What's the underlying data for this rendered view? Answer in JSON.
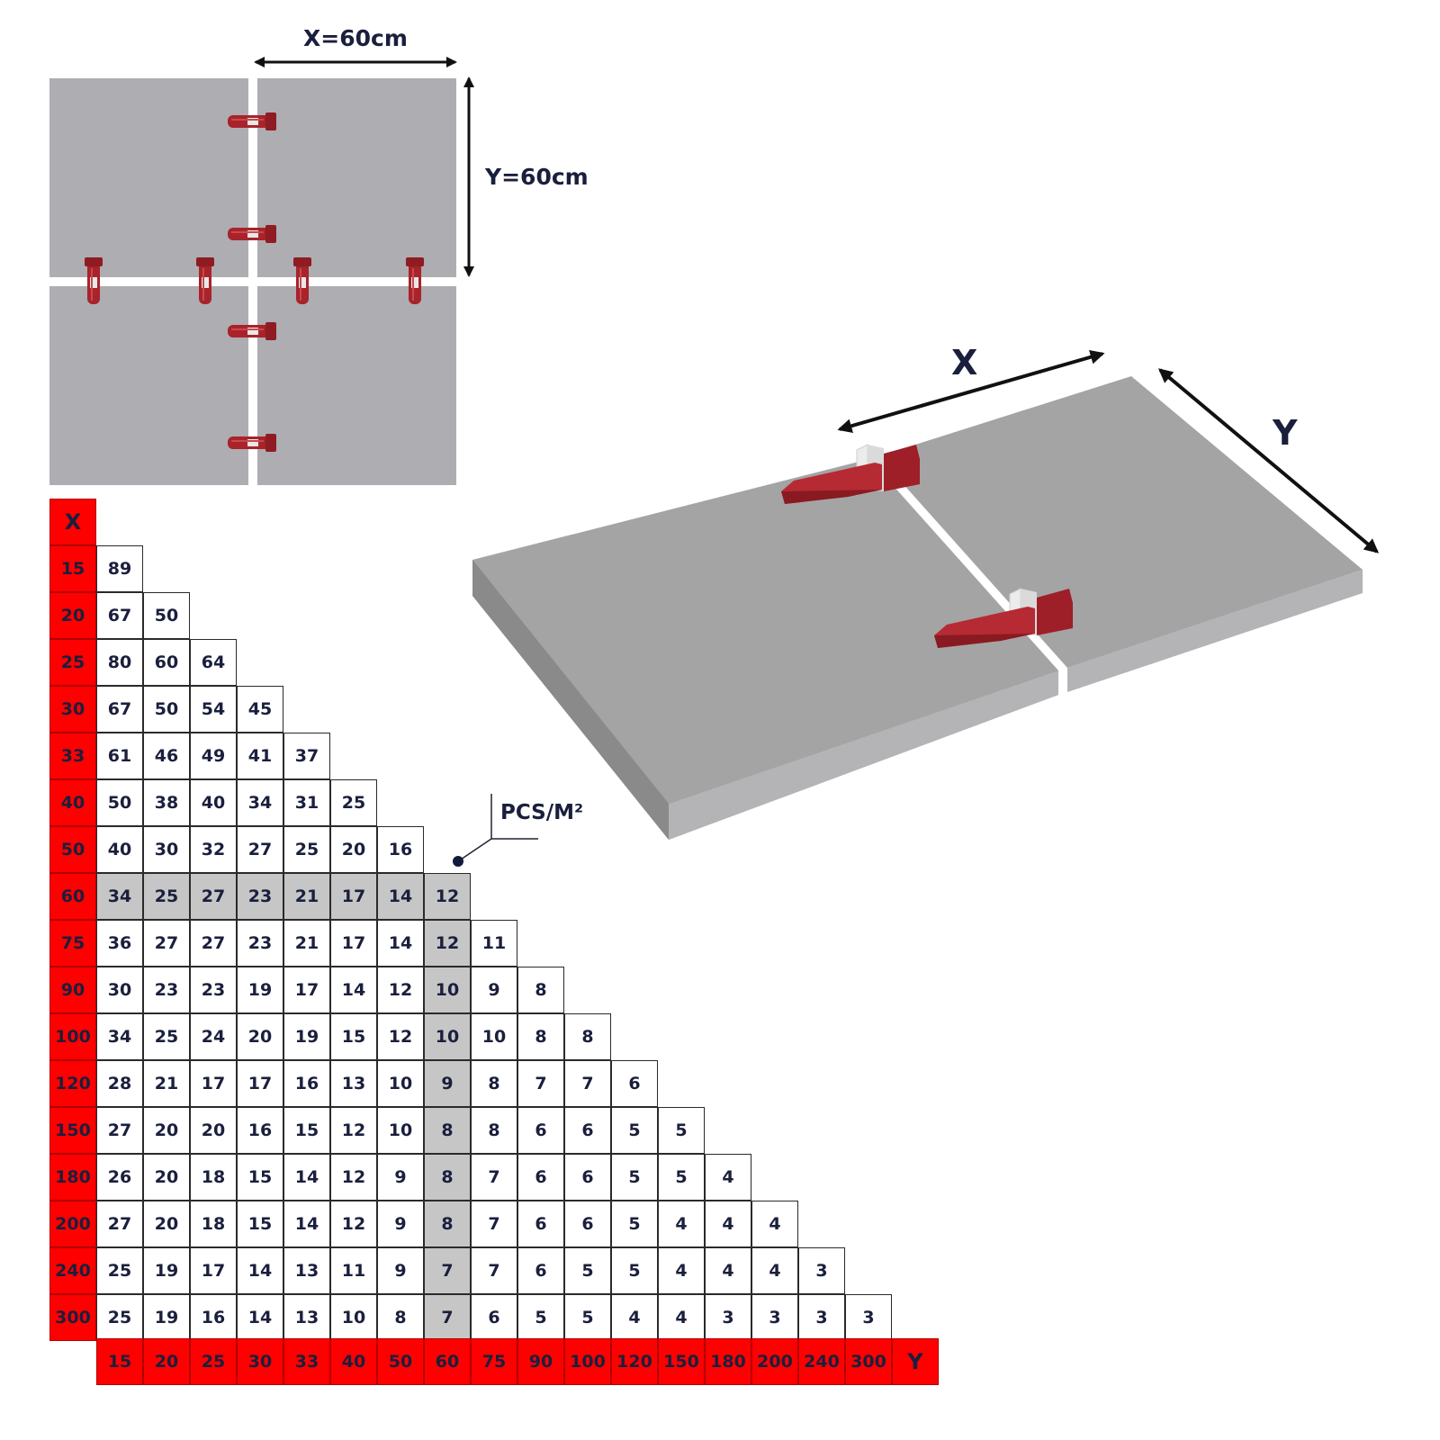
{
  "top_diagram": {
    "x_label": "X=60cm",
    "y_label": "Y=60cm",
    "tile_color": "#aeadb2",
    "clip_color": "#a8232a"
  },
  "iso_diagram": {
    "x_label": "X",
    "y_label": "Y",
    "tile_top_color": "#a4a4a4",
    "tile_side_color": "#8f8f8f"
  },
  "table": {
    "x_header": "X",
    "y_header": "Y",
    "callout": "PCS/M²",
    "header_color": "#ff0000",
    "highlight_color": "#c6c6c6",
    "x_values": [
      "15",
      "20",
      "25",
      "30",
      "33",
      "40",
      "50",
      "60",
      "75",
      "90",
      "100",
      "120",
      "150",
      "180",
      "200",
      "240",
      "300"
    ],
    "y_values": [
      "15",
      "20",
      "25",
      "30",
      "33",
      "40",
      "50",
      "60",
      "75",
      "90",
      "100",
      "120",
      "150",
      "180",
      "200",
      "240",
      "300"
    ],
    "highlight_row": 7,
    "highlight_col": 7,
    "rows": [
      [
        "89"
      ],
      [
        "67",
        "50"
      ],
      [
        "80",
        "60",
        "64"
      ],
      [
        "67",
        "50",
        "54",
        "45"
      ],
      [
        "61",
        "46",
        "49",
        "41",
        "37"
      ],
      [
        "50",
        "38",
        "40",
        "34",
        "31",
        "25"
      ],
      [
        "40",
        "30",
        "32",
        "27",
        "25",
        "20",
        "16"
      ],
      [
        "34",
        "25",
        "27",
        "23",
        "21",
        "17",
        "14",
        "12"
      ],
      [
        "36",
        "27",
        "27",
        "23",
        "21",
        "17",
        "14",
        "12",
        "11"
      ],
      [
        "30",
        "23",
        "23",
        "19",
        "17",
        "14",
        "12",
        "10",
        "9",
        "8"
      ],
      [
        "34",
        "25",
        "24",
        "20",
        "19",
        "15",
        "12",
        "10",
        "10",
        "8",
        "8"
      ],
      [
        "28",
        "21",
        "17",
        "17",
        "16",
        "13",
        "10",
        "9",
        "8",
        "7",
        "7",
        "6"
      ],
      [
        "27",
        "20",
        "20",
        "16",
        "15",
        "12",
        "10",
        "8",
        "8",
        "6",
        "6",
        "5",
        "5"
      ],
      [
        "26",
        "20",
        "18",
        "15",
        "14",
        "12",
        "9",
        "8",
        "7",
        "6",
        "6",
        "5",
        "5",
        "4"
      ],
      [
        "27",
        "20",
        "18",
        "15",
        "14",
        "12",
        "9",
        "8",
        "7",
        "6",
        "6",
        "5",
        "4",
        "4",
        "4"
      ],
      [
        "25",
        "19",
        "17",
        "14",
        "13",
        "11",
        "9",
        "7",
        "7",
        "6",
        "5",
        "5",
        "4",
        "4",
        "4",
        "3"
      ],
      [
        "25",
        "19",
        "16",
        "14",
        "13",
        "10",
        "8",
        "7",
        "6",
        "5",
        "5",
        "4",
        "4",
        "3",
        "3",
        "3",
        "3"
      ]
    ]
  }
}
